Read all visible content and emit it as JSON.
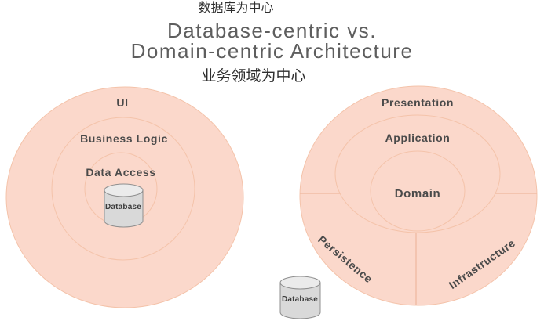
{
  "header": {
    "caption_top": "数据库为中心",
    "title_line1": "Database-centric vs.",
    "title_line2": "Domain-centric Architecture",
    "caption_bottom": "业务领域为中心"
  },
  "left_diagram": {
    "type": "database-centric",
    "rings": [
      {
        "label": "UI"
      },
      {
        "label": "Business Logic"
      },
      {
        "label": "Data Access"
      }
    ],
    "database": {
      "label": "Database"
    }
  },
  "right_diagram": {
    "type": "domain-centric",
    "rings": [
      {
        "label": "Presentation"
      },
      {
        "label": "Application"
      },
      {
        "label": "Domain"
      }
    ],
    "outer_sectors": [
      {
        "label": "Persistence"
      },
      {
        "label": "Infrastructure"
      }
    ],
    "database": {
      "label": "Database"
    }
  },
  "colors": {
    "circle_fill": "#fbd8cb",
    "ring_stroke": "#f4c3aa",
    "divider_stroke": "#eeb89e",
    "ring_label_text": "#4a4a4a",
    "title_text": "#5e5e5e",
    "caption_text": "#2e2e2e",
    "cylinder_body_fill": "#d9d9d9",
    "cylinder_top_fill": "#ebebeb",
    "cylinder_stroke": "#8f8f8f",
    "background": "#ffffff"
  }
}
